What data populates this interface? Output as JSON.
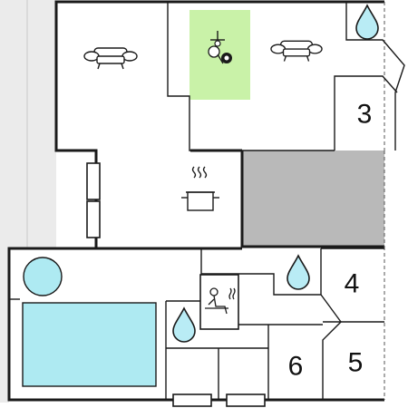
{
  "floorplan": {
    "room_numbers": {
      "bedroom_3": "3",
      "bedroom_4": "4",
      "bedroom_5": "5",
      "bedroom_6": "6"
    },
    "icons": {
      "sofa_left": "sofa-icon",
      "sofa_right": "sofa-icon",
      "game_table": "pool-table-icon",
      "kitchen": "cooking-pot-icon",
      "sauna": "sauna-icon",
      "bathroom_top": "water-drop-icon",
      "bathroom_middle": "water-drop-icon",
      "bathroom_bottom": "water-drop-icon",
      "hot_tub": "hot-tub-icon",
      "pool": "swimming-pool-icon"
    },
    "colors": {
      "wall": "#1a1a1a",
      "exterior": "#ebebeb",
      "storage": "#b9b9b9",
      "pool_water": "#aeeaf2",
      "game_area": "#c9f2a8",
      "drop_fill": "#b9ecf5"
    }
  }
}
